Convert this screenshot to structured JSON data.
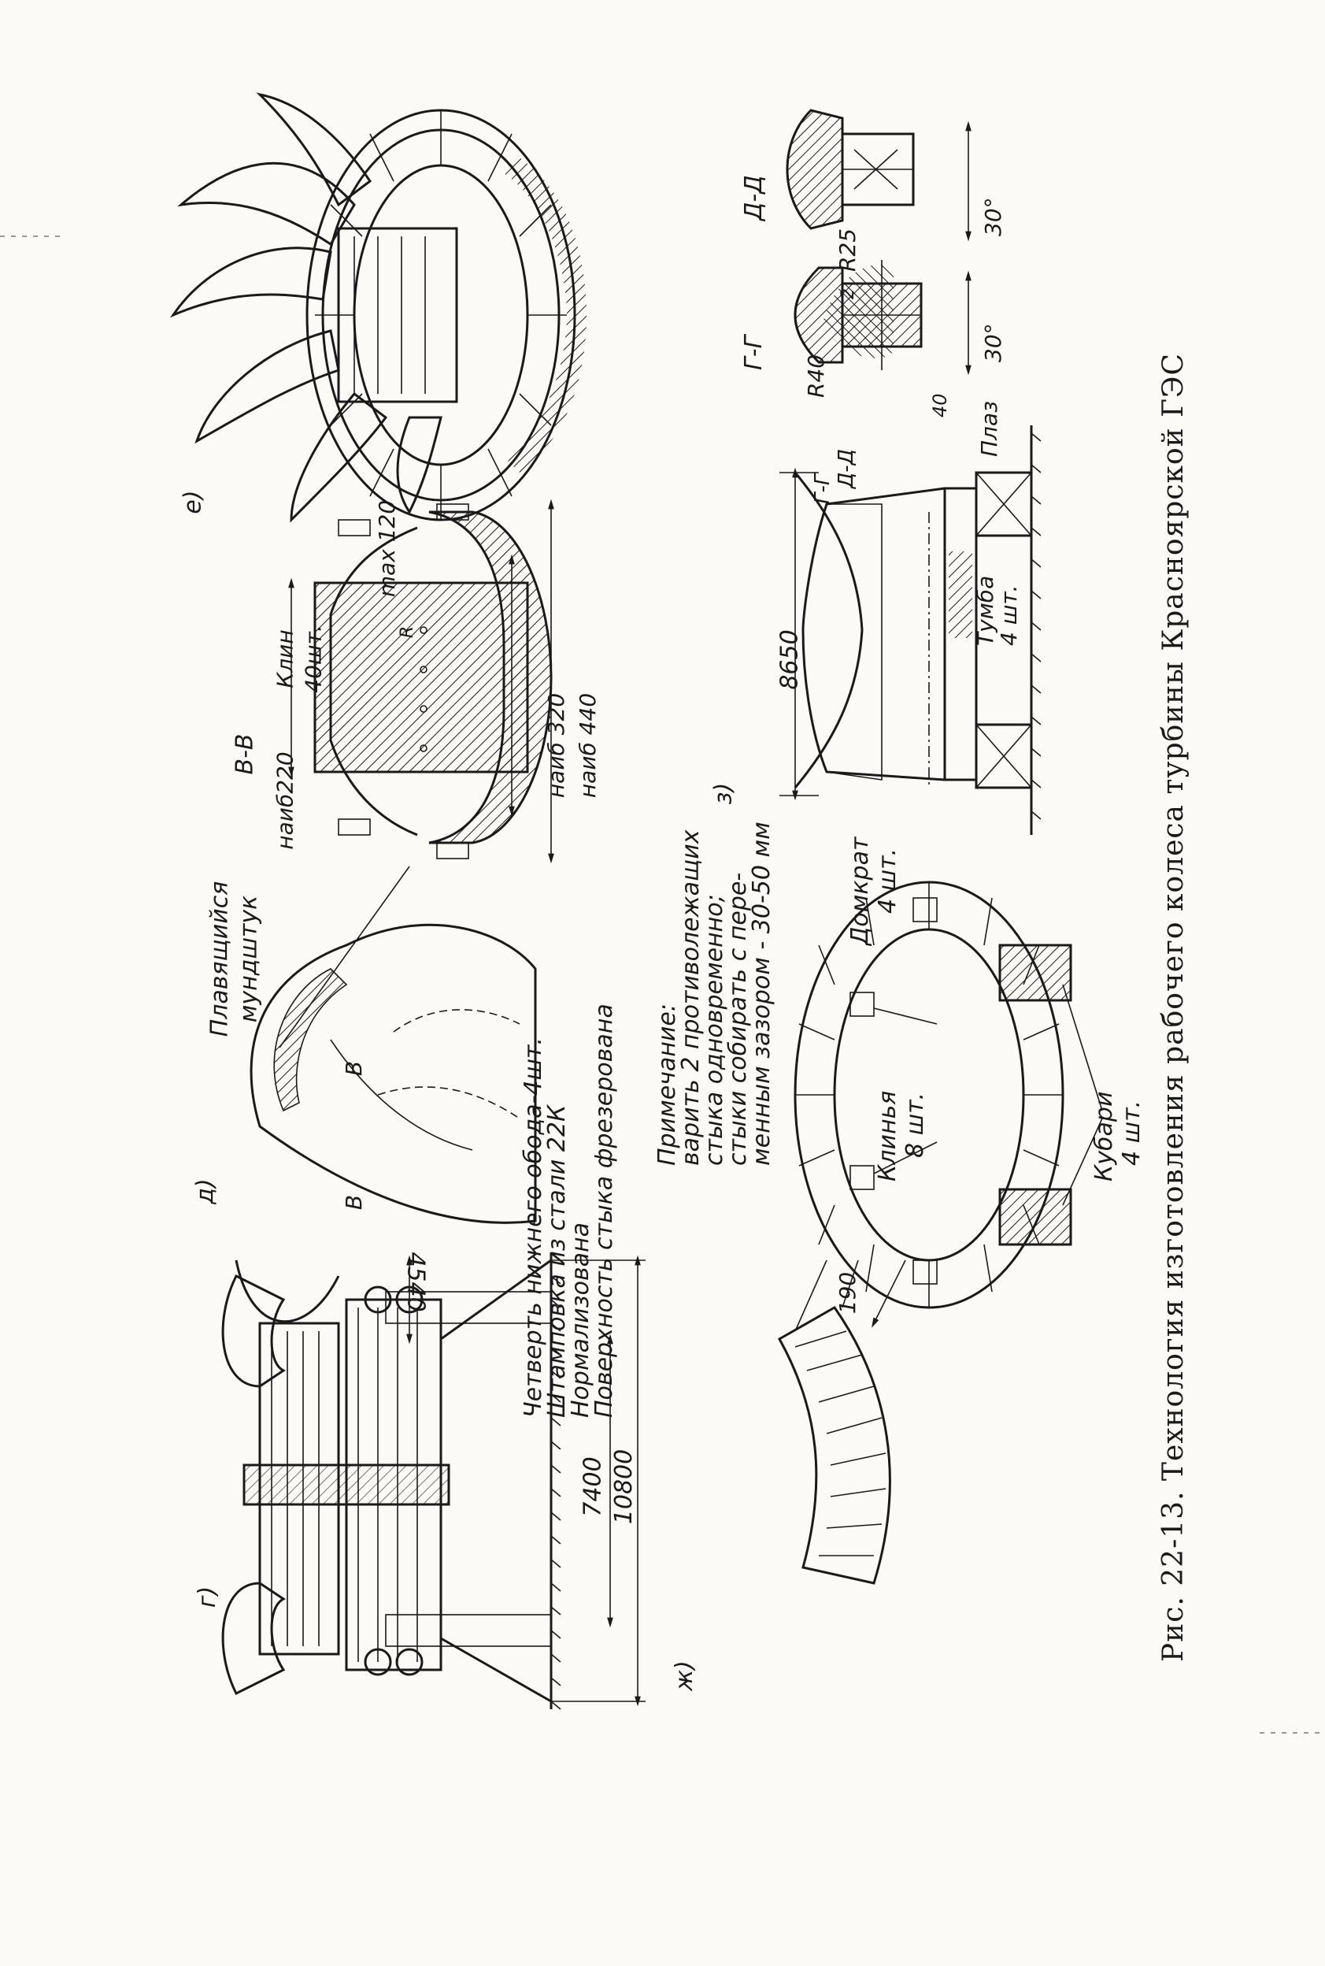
{
  "caption": "Рис. 22-13. Технология изготовления рабочего колеса турбины Красноярской ГЭС",
  "panel_g": {
    "label": "г)",
    "dim_4540": "4540",
    "dim_7400": "7400",
    "dim_10800": "10800"
  },
  "panel_d": {
    "label": "д)",
    "mark_v1": "В",
    "mark_v2": "В",
    "floating_tip_line1": "Плавящийся",
    "floating_tip_line2": "мундштук"
  },
  "panel_vv": {
    "title": "В-В",
    "wedge_line1": "Клин",
    "wedge_line2": "40шт.",
    "max": "max 120",
    "r": "R",
    "naib220": "наиб220",
    "naib320": "наиб 320",
    "naib440": "наиб 440"
  },
  "panel_e": {
    "label": "е)"
  },
  "panel_zh": {
    "label": "ж)",
    "line1": "Четверть нижнего обода-4шт.",
    "line2": "Штамповка из стали 22К",
    "line3": "Нормализована",
    "line4": "Поверхность стыка фрезерована",
    "dim_190": "190"
  },
  "note": {
    "line1": "Примечание:",
    "line2": "варить 2 противолежащих",
    "line3": "стыка одновременно;",
    "line4": "стыки собирать с пере-",
    "line5": "менным зазором - 30-50 мм"
  },
  "ring": {
    "wedges_line1": "Клинья",
    "wedges_line2": "8 шт.",
    "blocks_line1": "Кубари",
    "blocks_line2": "4 шт."
  },
  "panel_z": {
    "label": "з)",
    "dim_8650": "8650",
    "jack_line1": "Домкрат",
    "jack_line2": "4 шт.",
    "block_line1": "Тумба",
    "block_line2": "4 шт.",
    "plaz": "Плаз",
    "mark_gg": "Г-Г",
    "mark_dd": "Д-Д"
  },
  "section_gg": {
    "title": "Г-Г",
    "r40": "R40",
    "d40": "40",
    "d2": "2",
    "angle": "30°"
  },
  "section_dd": {
    "title": "Д-Д",
    "r25": "R25",
    "angle": "30°"
  }
}
